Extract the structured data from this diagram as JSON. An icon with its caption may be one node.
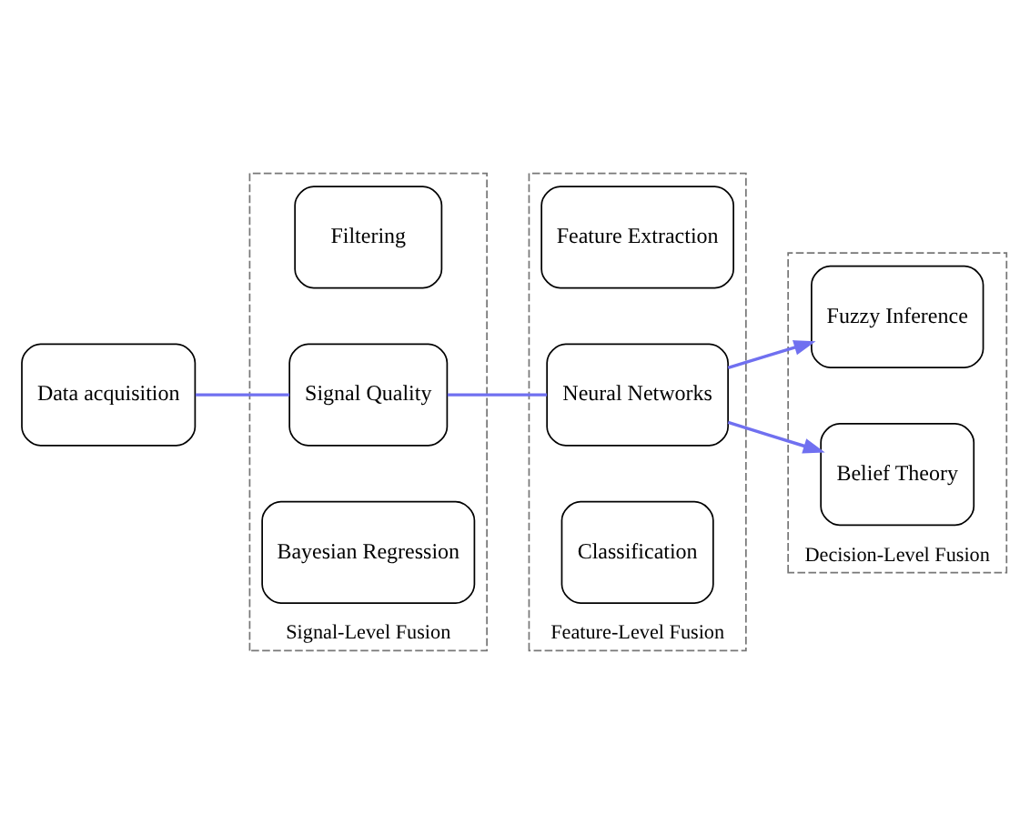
{
  "diagram": {
    "nodes": [
      {
        "text": [
          "Data acquisition"
        ]
      },
      {
        "text": [
          "Signal-Level Fusion"
        ]
      },
      {
        "text": [
          "Filtering"
        ],
        "in": 1
      },
      {
        "text": [
          "Signal Quality"
        ],
        "in": 1
      },
      {
        "text": [
          "Bayesian Regression"
        ],
        "in": 1
      },
      {
        "text": [
          "Feature-Level Fusion"
        ]
      },
      {
        "text": [
          "Feature Extraction"
        ],
        "in": 5
      },
      {
        "text": [
          "Neural Networks"
        ],
        "in": 5
      },
      {
        "text": [
          "Classification"
        ],
        "in": 5
      },
      {
        "text": [
          "Decision-Level Fusion"
        ]
      },
      {
        "text": [
          "Fuzzy Inference"
        ],
        "in": 9
      },
      {
        "text": [
          "Belief Theory"
        ],
        "in": 9
      }
    ],
    "edges": [
      {
        "from": 0,
        "to": 3,
        "arrow": "none",
        "color": "#7070f0"
      },
      {
        "from": 3,
        "to": 7,
        "arrow": "none",
        "color": "#7070f0"
      },
      {
        "from": 7,
        "to": 10,
        "arrow": "to",
        "color": "#7070f0"
      },
      {
        "from": 7,
        "to": 11,
        "arrow": "to",
        "color": "#7070f0"
      }
    ]
  }
}
